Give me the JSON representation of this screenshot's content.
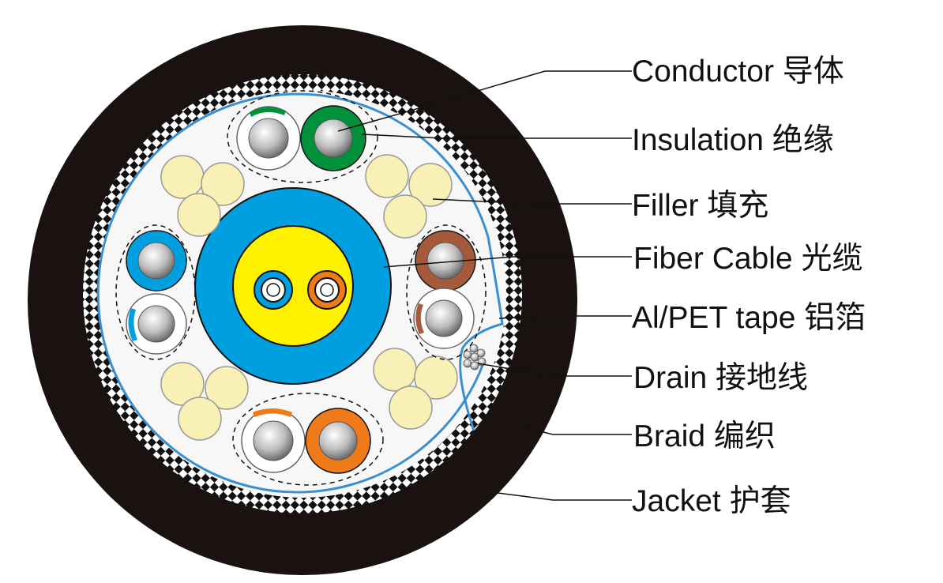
{
  "labels": [
    {
      "id": "conductor",
      "en": "Conductor",
      "zh": "导体"
    },
    {
      "id": "insulation",
      "en": "Insulation",
      "zh": "绝缘"
    },
    {
      "id": "filler",
      "en": "Filler",
      "zh": "填充"
    },
    {
      "id": "fiber-cable",
      "en": "Fiber Cable",
      "zh": "光缆"
    },
    {
      "id": "al-pet-tape",
      "en": "Al/PET tape",
      "zh": "铝箔"
    },
    {
      "id": "drain",
      "en": "Drain",
      "zh": "接地线"
    },
    {
      "id": "braid",
      "en": "Braid",
      "zh": "编织"
    },
    {
      "id": "jacket",
      "en": "Jacket",
      "zh": "护套"
    }
  ],
  "colors": {
    "jacket": "#1a1210",
    "braid-dark": "#111111",
    "braid-light": "#ffffff",
    "tape": "#3a8fd0",
    "filler": "#f8f0b4",
    "fiber-jacket": "#00a0e0",
    "fiber-inner": "#fff200",
    "green": "#00913a",
    "blue": "#00a0e0",
    "brown": "#a65a3c",
    "orange": "#ee7a1a",
    "conductor": "#c8c8c8"
  }
}
